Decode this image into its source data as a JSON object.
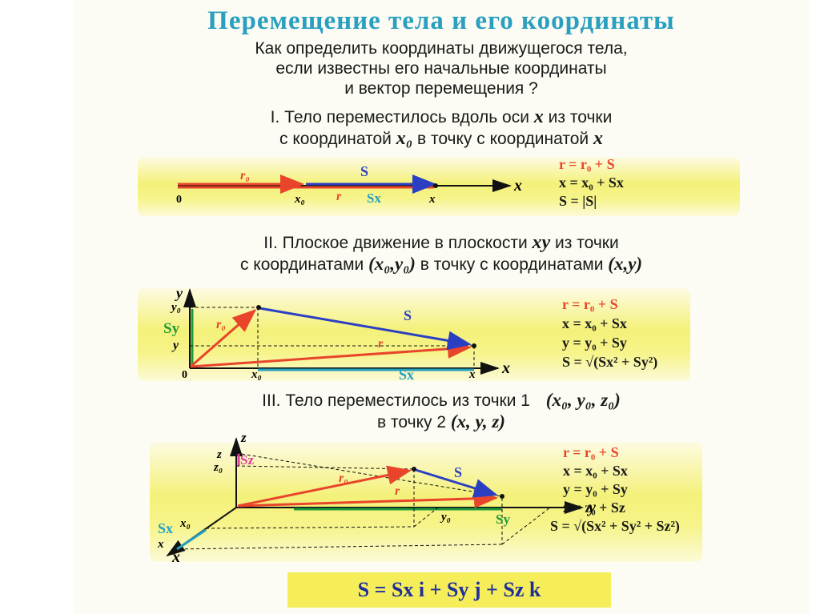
{
  "title": "Перемещение тела и его координаты",
  "question": [
    "Как определить координаты движущегося тела,",
    "если известны его начальные координаты",
    "и вектор перемещения ?"
  ],
  "section1": {
    "heading_l1_pre": "I. Тело переместилось вдоль оси",
    "heading_l1_var": "x",
    "heading_l1_post": "из точки",
    "heading_l2_pre": "с координатой",
    "heading_l2_var1": "x₀",
    "heading_l2_mid": "в точку с координатой",
    "heading_l2_var2": "x",
    "labels": {
      "origin": "0",
      "x0": "x₀",
      "x": "x",
      "axis": "x",
      "r0": "r₀",
      "r": "r",
      "s": "S",
      "sx": "Sx"
    },
    "formulas": [
      "r = r₀ + S",
      "x = x₀ + Sx",
      "S = |S|"
    ]
  },
  "section2": {
    "heading_l1_pre": "II. Плоское движение в плоскости",
    "heading_l1_var": "xy",
    "heading_l1_post": "из точки",
    "heading_l2_pre": "с координатами",
    "heading_l2_var1": "(x₀,y₀)",
    "heading_l2_mid": "в точку с координатами",
    "heading_l2_var2": "(x,y)",
    "labels": {
      "origin": "0",
      "y_axis": "y",
      "y0": "y₀",
      "y": "y",
      "sy": "Sy",
      "x0": "x₀",
      "x": "x",
      "x_axis": "x",
      "sx": "Sx",
      "r0": "r₀",
      "r": "r",
      "s": "S"
    },
    "formulas": [
      "r = r₀ + S",
      "x = x₀ + Sx",
      "y = y₀ + Sy",
      "S = √(Sx² + Sy²)"
    ]
  },
  "section3": {
    "heading_l1_pre": "III. Тело переместилось из точки 1",
    "heading_l1_var": "(x₀, y₀, z₀)",
    "heading_l2_pre": "в точку 2",
    "heading_l2_var": "(x, y, z)",
    "labels": {
      "z_axis": "z",
      "z": "z",
      "z0": "z₀",
      "sz": "Sz",
      "y_axis": "y",
      "y0": "y₀",
      "sy": "Sy",
      "x_axis": "x",
      "x0": "x₀",
      "x": "x",
      "sx": "Sx",
      "r0": "r₀",
      "r": "r",
      "s": "S"
    },
    "formulas": [
      "r = r₀ + S",
      "x = x₀ + Sx",
      "y = y₀ + Sy",
      "z = z₀ + Sz",
      "S = √(Sx² + Sy² + Sz²)"
    ]
  },
  "bottom_formula": "S = Sx i + Sy j + Sz k",
  "colors": {
    "title": "#2a9fc0",
    "red": "#e8452a",
    "blue": "#2b3fc2",
    "cyan": "#25a0c0",
    "green": "#1f9a3a",
    "pink": "#e0409a",
    "band": "#f4f17a"
  }
}
